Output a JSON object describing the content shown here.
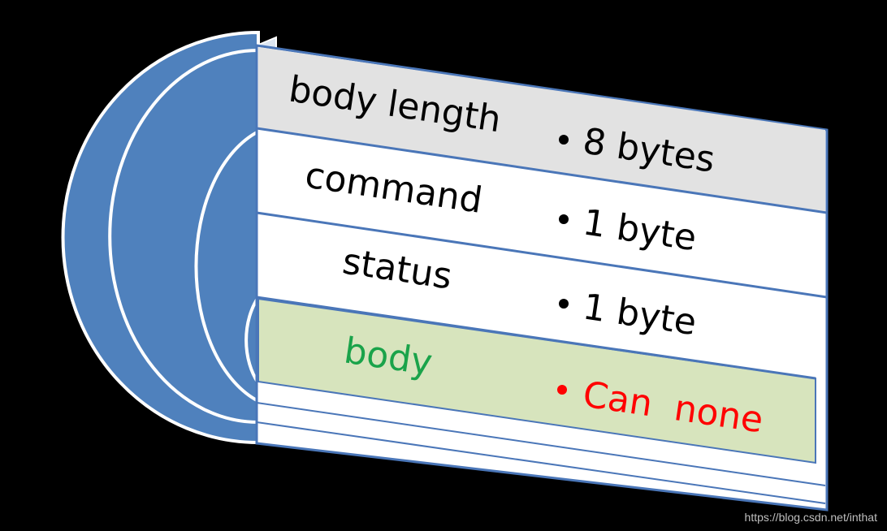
{
  "diagram": {
    "rows": [
      {
        "label": "body length",
        "value": "8 bytes",
        "label_color": "#000000",
        "value_color": "#000000",
        "bullet_color": "#000000",
        "fill": "#e2e2e2"
      },
      {
        "label": "command",
        "value": "1 byte",
        "label_color": "#000000",
        "value_color": "#000000",
        "bullet_color": "#000000",
        "fill": "#ffffff"
      },
      {
        "label": "status",
        "value": "1 byte",
        "label_color": "#000000",
        "value_color": "#000000",
        "bullet_color": "#000000",
        "fill": "#ffffff"
      },
      {
        "label": "body",
        "value": "Can  none",
        "label_color": "#1aa34a",
        "value_color": "#ff0000",
        "bullet_color": "#ff0000",
        "fill": "#d7e4bd"
      }
    ],
    "colors": {
      "arc_fill": "#4f81bd",
      "panel_border": "#4a76b8",
      "panel_side": "#dce6f2",
      "background": "#000000"
    }
  },
  "watermark": "https://blog.csdn.net/inthat"
}
